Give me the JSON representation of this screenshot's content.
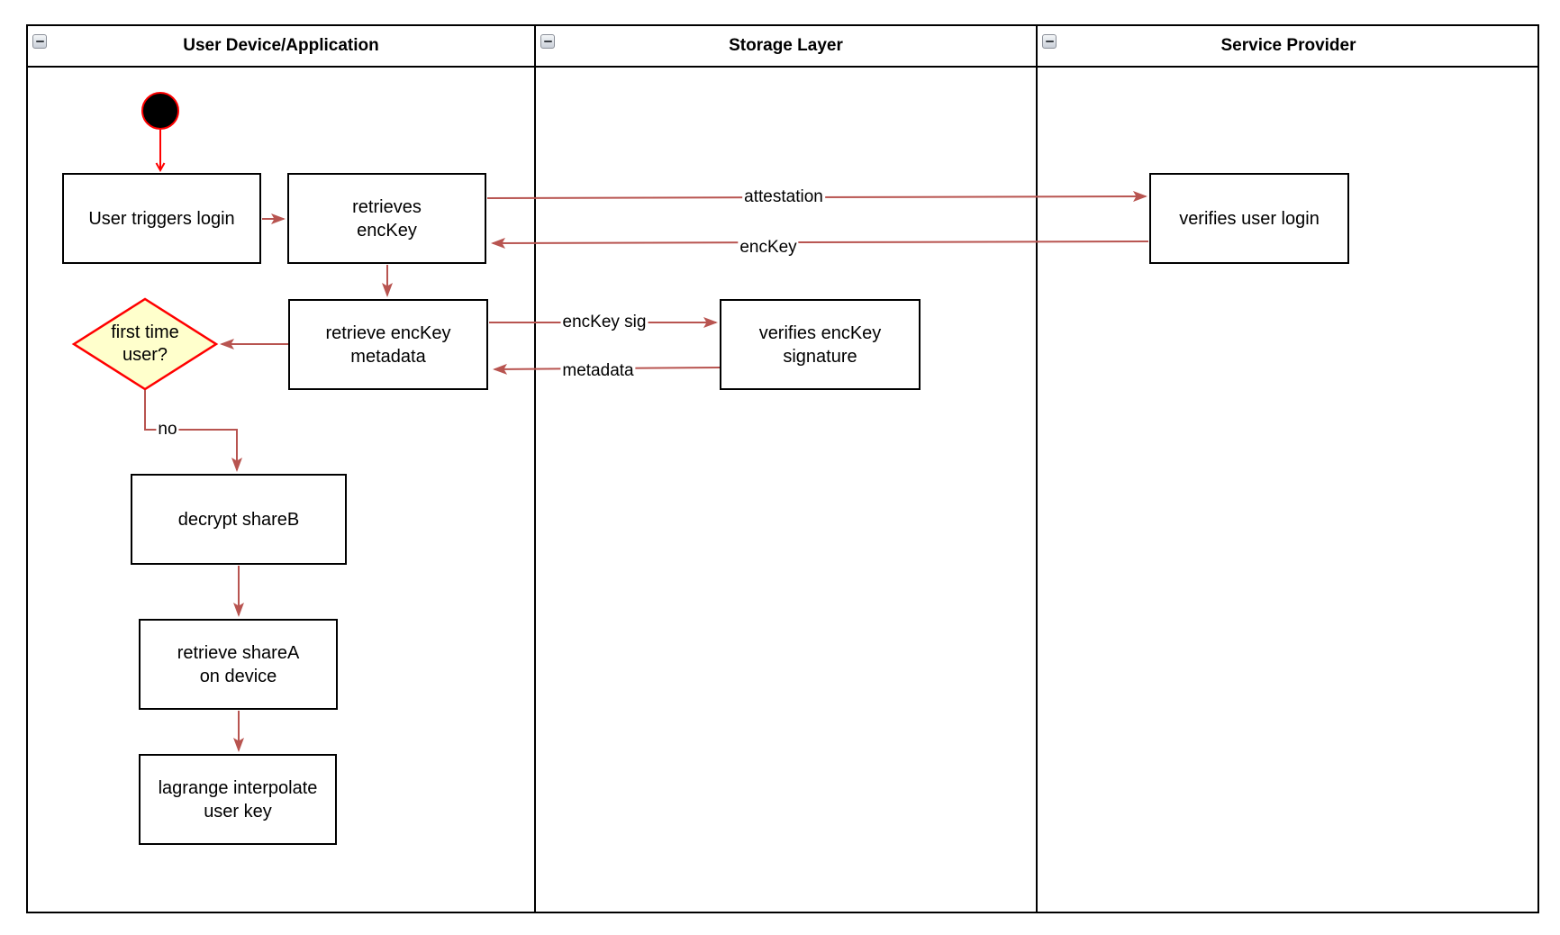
{
  "lanes": [
    {
      "id": "user-device",
      "title": "User Device/Application"
    },
    {
      "id": "storage-layer",
      "title": "Storage Layer"
    },
    {
      "id": "service-provider",
      "title": "Service Provider"
    }
  ],
  "icons": {
    "lane_collapse": "minus-square"
  },
  "nodes": {
    "start": {
      "type": "initial-node",
      "lane": "User Device/Application"
    },
    "user_triggers_login": {
      "label": "User triggers login",
      "lane": "User Device/Application"
    },
    "retrieves_enckey": {
      "label": "retrieves\nencKey",
      "lane": "User Device/Application"
    },
    "retrieve_enckey_metadata": {
      "label": "retrieve encKey\nmetadata",
      "lane": "User Device/Application"
    },
    "first_time_user": {
      "label": "first time\nuser?",
      "type": "decision",
      "lane": "User Device/Application"
    },
    "decrypt_shareb": {
      "label": "decrypt shareB",
      "lane": "User Device/Application"
    },
    "retrieve_sharea": {
      "label": "retrieve shareA\non device",
      "lane": "User Device/Application"
    },
    "lagrange_interpolate": {
      "label": "lagrange interpolate\nuser key",
      "lane": "User Device/Application"
    },
    "verifies_enckey_signature": {
      "label": "verifies encKey\nsignature",
      "lane": "Storage Layer"
    },
    "verifies_user_login": {
      "label": "verifies user login",
      "lane": "Service Provider"
    }
  },
  "edges": {
    "attestation": {
      "label": "attestation",
      "from": "retrieves_enckey",
      "to": "verifies_user_login"
    },
    "enckey_return": {
      "label": "encKey",
      "from": "verifies_user_login",
      "to": "retrieves_enckey"
    },
    "enckey_sig": {
      "label": "encKey sig",
      "from": "retrieve_enckey_metadata",
      "to": "verifies_enckey_signature"
    },
    "metadata_return": {
      "label": "metadata",
      "from": "verifies_enckey_signature",
      "to": "retrieve_enckey_metadata"
    },
    "no_branch": {
      "label": "no",
      "from": "first_time_user",
      "to": "decrypt_shareb"
    }
  },
  "colors": {
    "edge": "#B85450",
    "start_edge": "#FF0000",
    "node_border": "#000000",
    "diamond_fill": "#FFFFCC",
    "diamond_stroke": "#FF0000",
    "start_fill": "#000000",
    "start_stroke": "#FF0000"
  }
}
